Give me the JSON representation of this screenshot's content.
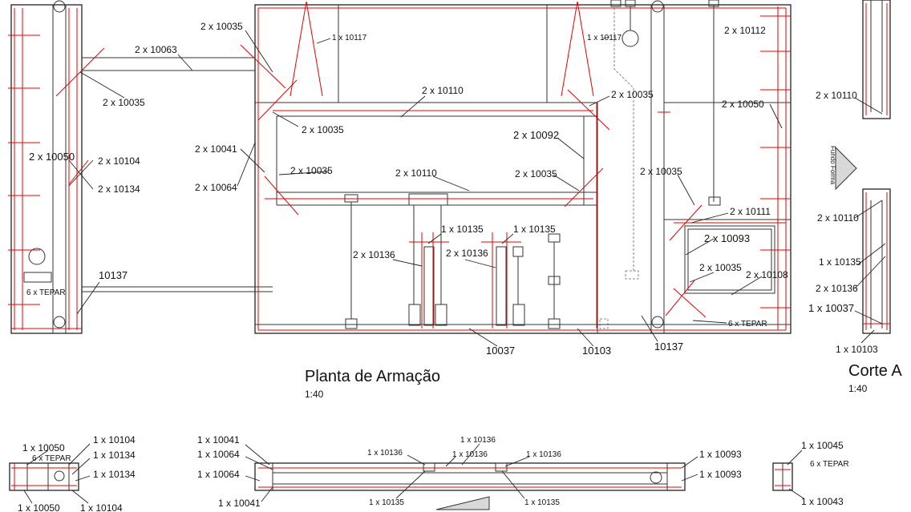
{
  "views": {
    "plan_title": "Planta de Armação",
    "plan_scale": "1:40",
    "section_title": "Corte A",
    "section_scale": "1:40",
    "fundo_forma": "Fundo Forma"
  },
  "plan_labels": [
    "2 x 10035",
    "1 x 10117",
    "1 x 10117",
    "2 x 10112",
    "2 x 10063",
    "2 x 10035",
    "2 x 10110",
    "2 x 10035",
    "2 x 10050",
    "2 x 10035",
    "2 x 10092",
    "2 x 10041",
    "2 x 10050",
    "2 x 10104",
    "2 x 10134",
    "2 x 10035",
    "2 x 10110",
    "2 x 10035",
    "2 x 10035",
    "2 x 10064",
    "2 x 10111",
    "1 x 10135",
    "1 x 10135",
    "2 x 10093",
    "2 x 10136",
    "2 x 10136",
    "2 x 10035",
    "2 x 10108",
    "10137",
    "6 x TEPAR",
    "6 x TEPAR",
    "10037",
    "10103",
    "10137"
  ],
  "section_labels": [
    "2 x 10110",
    "2 x 10110",
    "1 x 10135",
    "2 x 10136",
    "1 x 10037",
    "1 x 10103"
  ],
  "bottom_labels": [
    "1 x 10050",
    "6 x TEPAR",
    "1 x 10104",
    "1 x 10134",
    "1 x 10134",
    "1 x 10050",
    "1 x 10104",
    "1 x 10041",
    "1 x 10064",
    "1 x 10064",
    "1 x 10041",
    "1 x 10136",
    "1 x 10136",
    "1 x 10136",
    "1 x 10136",
    "1 x 10135",
    "1 x 10135",
    "1 x 10093",
    "1 x 10093",
    "1 x 10045",
    "6 x TEPAR",
    "1 x 10043"
  ]
}
